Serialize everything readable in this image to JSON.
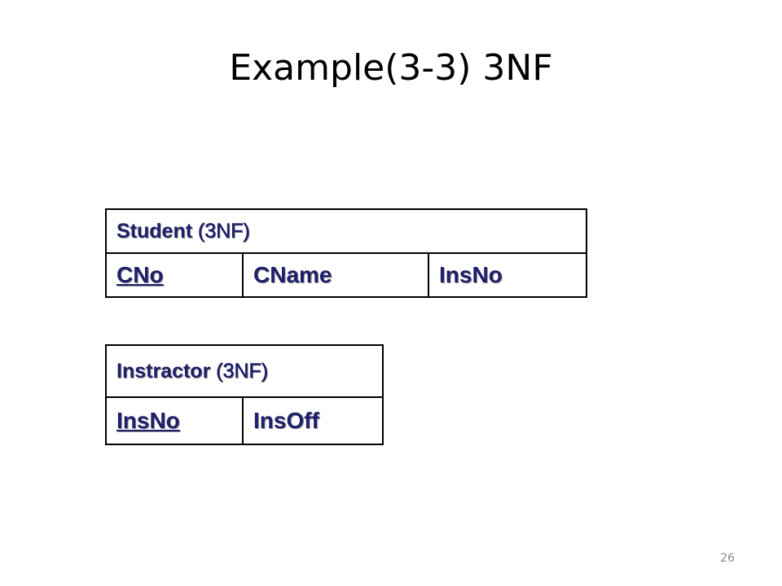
{
  "slide": {
    "title": "Example(3-3) 3NF",
    "page_number": "26"
  },
  "student_table": {
    "name": "Student",
    "normal_form": "(3NF)",
    "columns": [
      {
        "label": "CNo",
        "primary_key": true
      },
      {
        "label": "CName",
        "primary_key": false
      },
      {
        "label": "InsNo",
        "primary_key": false
      }
    ]
  },
  "instructor_table": {
    "name": "Instractor",
    "normal_form": "(3NF)",
    "columns": [
      {
        "label": "InsNo",
        "primary_key": true
      },
      {
        "label": "InsOff",
        "primary_key": false
      }
    ]
  },
  "colors": {
    "table_text": "#1f1f6b",
    "border": "#000000",
    "page_number": "#8c8c8c"
  }
}
